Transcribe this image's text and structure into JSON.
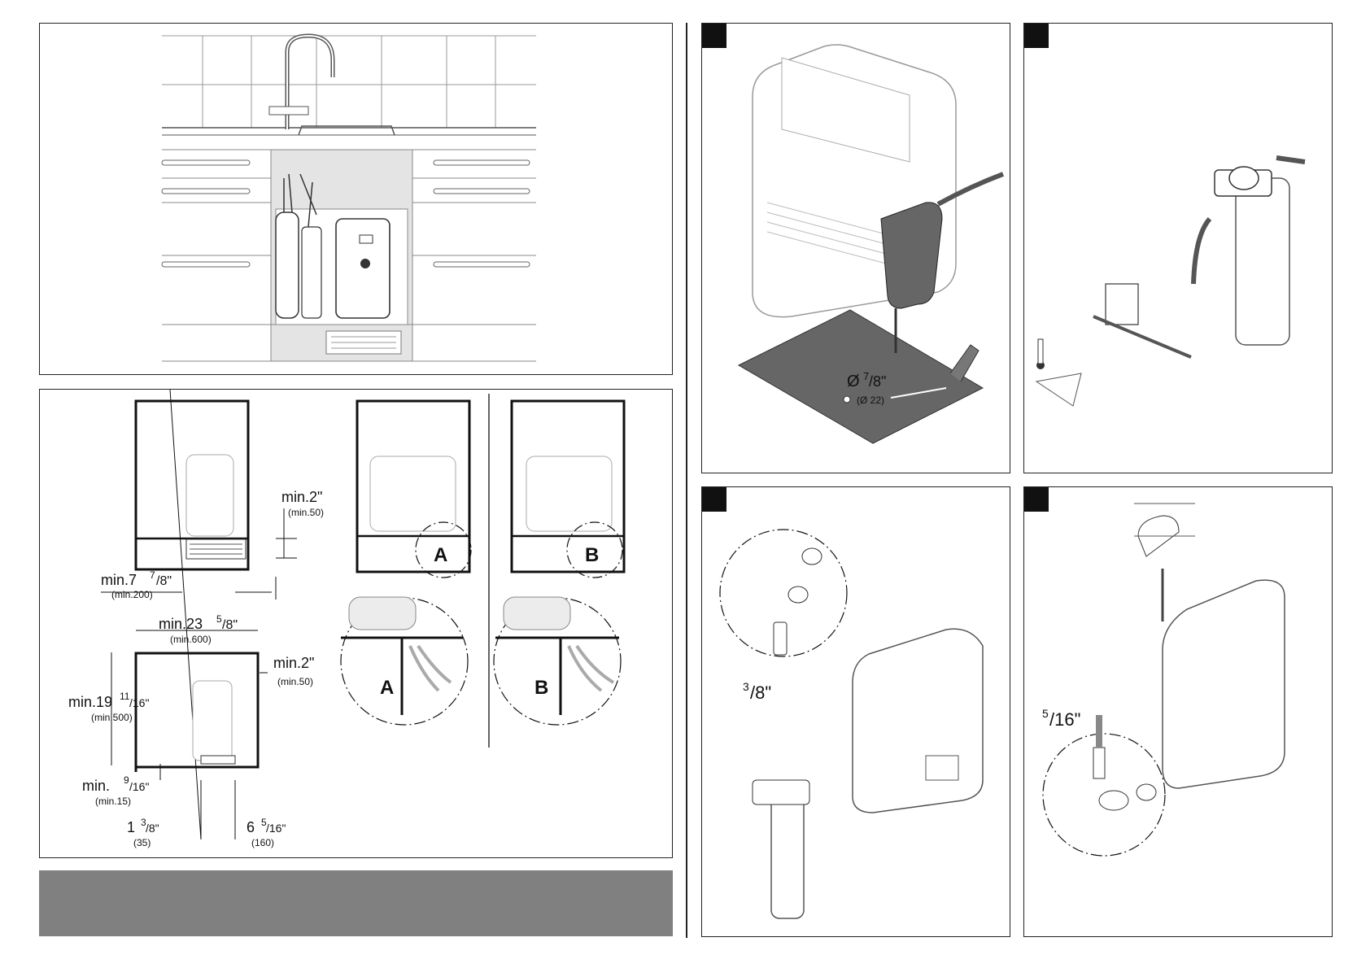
{
  "panel_dimensions": {
    "min_2_top": "min.2\"",
    "min_50_top": "(min.50)",
    "min_7_78": "min.7",
    "min_7_frac_num": "7",
    "min_7_frac_den": "/8\"",
    "min_200": "(min.200)",
    "min_23_58": "min.23",
    "min_23_frac_num": "5",
    "min_23_frac_den": "/8\"",
    "min_600": "(min.600)",
    "min_2_side": "min.2\"",
    "min_50_side": "(min.50)",
    "min_19_1116": "min.19",
    "min_19_frac_num": "11",
    "min_19_frac_den": "/16\"",
    "min_500": "(min.500)",
    "min_916": "min.",
    "min_916_num": "9",
    "min_916_den": "/16\"",
    "min_15": "(min.15)",
    "d_1_38": "1",
    "d_1_38_num": "3",
    "d_1_38_den": "/8\"",
    "d_35": "(35)",
    "d_6_516": "6",
    "d_6_516_num": "5",
    "d_6_516_den": "/16\"",
    "d_160": "(160)",
    "label_a": "A",
    "label_b": "B"
  },
  "panel_drill": {
    "diameter_symbol": "Ø",
    "diameter_num": "7",
    "diameter_den": "/8\"",
    "diameter_mm": "(Ø 22)"
  },
  "panel_connect": {
    "pipe_num": "3",
    "pipe_den": "/8\""
  },
  "panel_hose": {
    "pipe_num": "5",
    "pipe_den": "/16\""
  }
}
